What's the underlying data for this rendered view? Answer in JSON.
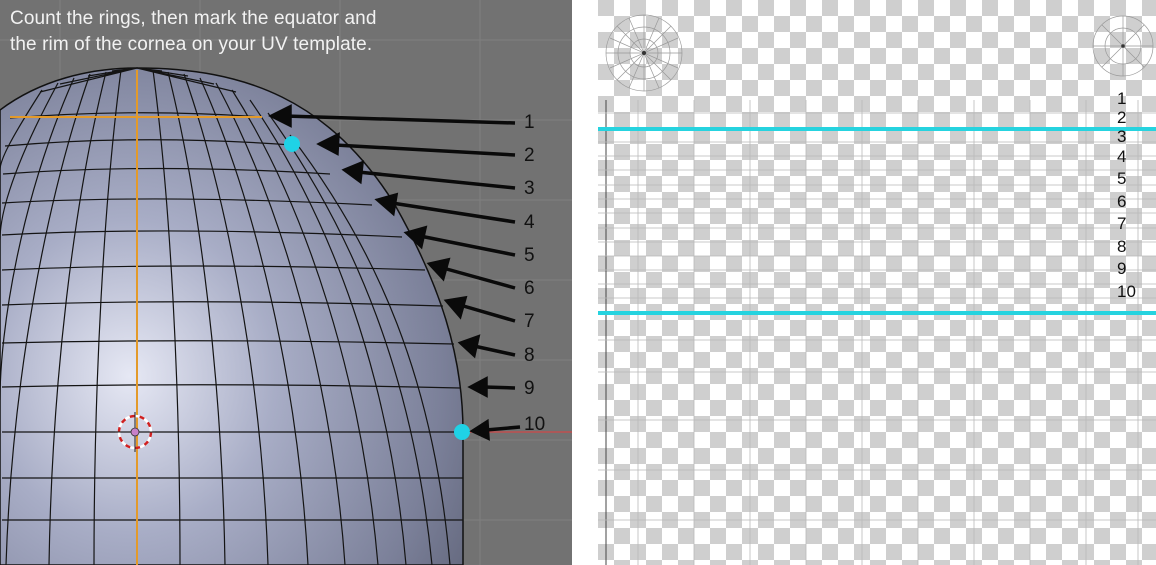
{
  "viewport": {
    "instruction_line1": "Count the rings, then mark the equator and",
    "instruction_line2": "the rim of the cornea on your UV template.",
    "ring_labels": [
      "1",
      "2",
      "3",
      "4",
      "5",
      "6",
      "7",
      "8",
      "9",
      "10"
    ],
    "accent_color": "#1fd2e6",
    "seam_color": "#e39a2a",
    "sphere_color": "#8e93ad"
  },
  "uv_editor": {
    "ring_labels": [
      "1",
      "2",
      "3",
      "4",
      "5",
      "6",
      "7",
      "8",
      "9",
      "10"
    ],
    "marked_line_color": "#26d3df",
    "checker_color": "#cfcfcf"
  }
}
